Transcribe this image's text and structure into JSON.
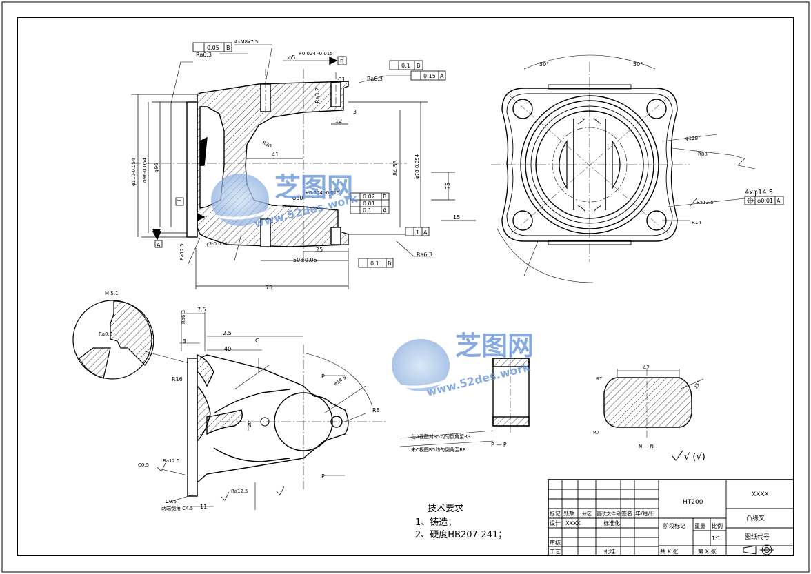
{
  "drawing": {
    "dimensions": {
      "ra63_a": "Ra6.3",
      "flat005": "0.05",
      "flatref_B": "B",
      "m4": "4xM8x7.5",
      "bore_top": "φ5",
      "bore_top_tol": "+0.024\n-0.015",
      "ref_B": "B",
      "par01": "0.1",
      "par01_ref": "B",
      "perp015": "0.15",
      "perp015_ref": "A",
      "ra63_b": "Ra6.3",
      "ra32": "Ra3.2",
      "c1": "C1",
      "d12": "12",
      "r20": "R20",
      "d41": "41",
      "d3": "3",
      "h110": "φ110-0.054",
      "h96": "φ96-0.054",
      "h96b": "φ96",
      "d8453": "84.53",
      "d78": "φ78-0.054",
      "d75": "75",
      "d15": "15",
      "bore_mid": "φ30",
      "bore_mid_tol": "+0.024\n-0.015",
      "tol_a": "0.02",
      "tol_a_ref": "B",
      "tol_b": "0.01",
      "tol_c": "0.1",
      "tol_c_ref": "A",
      "tol_d": "1",
      "tol_d_ref": "A",
      "refA": "A",
      "refT": "T",
      "h3": "φ3-0.054",
      "ra125": "Ra12.5",
      "d25": "25",
      "d50": "50±0.05",
      "d78w": "78",
      "par01b": "0.1",
      "par01b_ref": "B",
      "ra63_c": "Ra6.3",
      "ang50a": "50°",
      "ang50b": "50°",
      "d129": "φ129",
      "r88": "R88",
      "r14": "R14",
      "holes": "4xφ14.5",
      "pos001": "φ0.01",
      "pos001_ref": "A",
      "ra125b": "Ra12.5",
      "ratio": "M 5:1",
      "ra08": "Ra0.8",
      "d75b": "7.5",
      "ra63_d": "Ra6.3",
      "d25b": "2.5",
      "d3b": "3",
      "d40": "40",
      "dC": "C",
      "r8": "R8",
      "r16": "R16",
      "d145": "φ14.5",
      "ra125c": "Ra12.5",
      "ra125d": "Ra12.5",
      "c05": "C0.5",
      "c05b": "C0.5",
      "d11": "11",
      "d20": "20",
      "note_both": "两端倒角 C4.5",
      "sec_P": "P",
      "sec_P2": "P",
      "sec_PP": "P — P",
      "d42": "42",
      "r7a": "R7",
      "r7b": "R7",
      "sec_NN": "N — N",
      "ang25": "25°",
      "note_a": "在A视图对R5均匀倒角至R3",
      "note_b": "未C视图R5均匀倒角至R8"
    },
    "roughness_other": "√ (√)"
  },
  "watermarks": [
    {
      "brand": "芝图网",
      "url": "www.52des.work"
    },
    {
      "brand": "芝图网",
      "url": "www.52des.work"
    }
  ],
  "tech": {
    "title": "技术要求",
    "items": [
      "1、铸造；",
      "2、硬度HB207-241；"
    ]
  },
  "titleblock": {
    "material": "HT200",
    "company": "XXXX",
    "part_name": "凸缘叉",
    "drawing_no_label": "图纸代号",
    "headers": [
      "标记",
      "处数",
      "分区",
      "更改文件号",
      "签名",
      "年/月/日"
    ],
    "design": "设计",
    "designer": "XXXX",
    "standardize": "标准化",
    "stage": "阶段标记",
    "weight": "重量",
    "scale": "比例",
    "scale_val": "1:1",
    "review": "审核",
    "process": "工艺",
    "approve": "批准",
    "sheets": "共 X 张",
    "sheet_no": "第 X 张"
  }
}
